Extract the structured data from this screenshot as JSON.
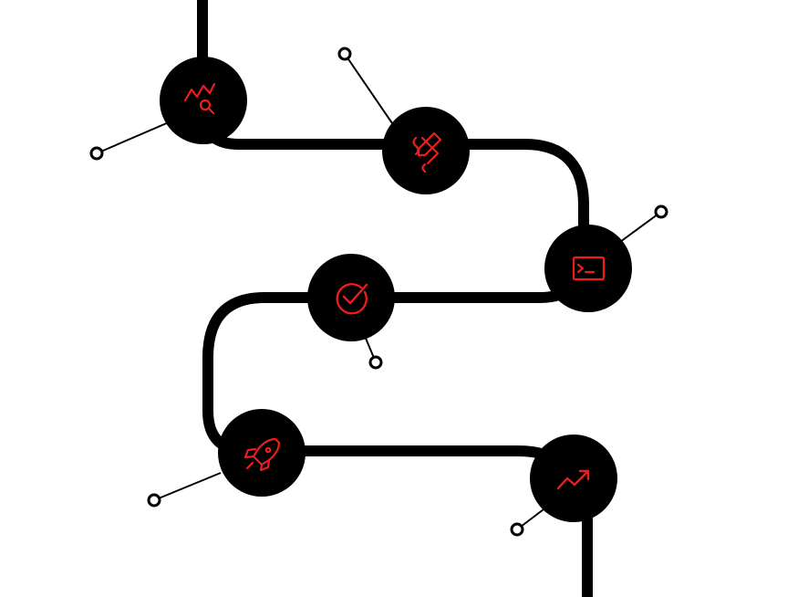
{
  "colors": {
    "background": "#ffffff",
    "path": "#000000",
    "node_fill": "#000000",
    "icon": "#ee1c1c",
    "connector": "#000000",
    "pin_fill": "#ffffff"
  },
  "steps": [
    {
      "id": "analysis",
      "icon": "chart-search-icon"
    },
    {
      "id": "design",
      "icon": "pencil-draw-icon"
    },
    {
      "id": "develop",
      "icon": "terminal-icon"
    },
    {
      "id": "test",
      "icon": "check-circle-icon"
    },
    {
      "id": "launch",
      "icon": "rocket-icon"
    },
    {
      "id": "growth",
      "icon": "trending-up-icon"
    }
  ]
}
